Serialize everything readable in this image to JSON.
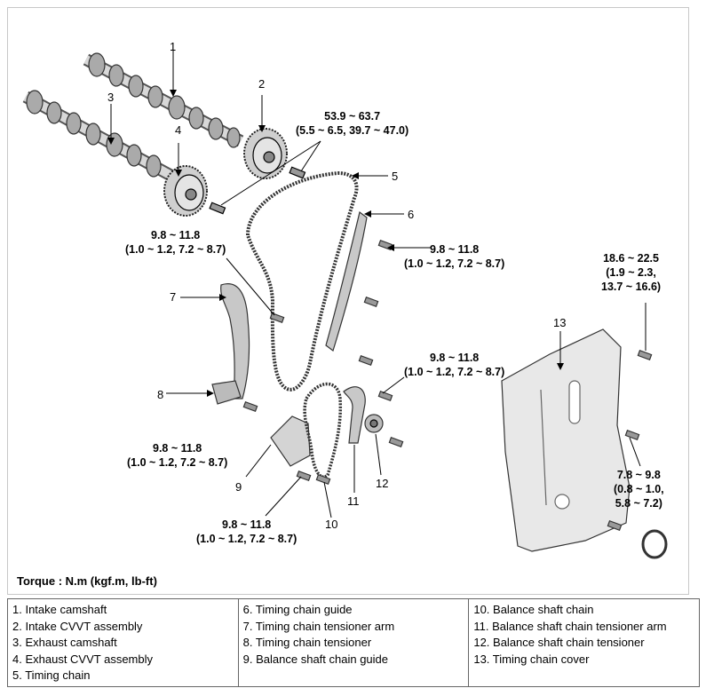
{
  "callouts": {
    "c1": "1",
    "c2": "2",
    "c3": "3",
    "c4": "4",
    "c5": "5",
    "c6": "6",
    "c7": "7",
    "c8": "8",
    "c9": "9",
    "c10": "10",
    "c11": "11",
    "c12": "12",
    "c13": "13"
  },
  "torques": {
    "t1": {
      "l1": "53.9 ~ 63.7",
      "l2": "(5.5 ~ 6.5, 39.7 ~ 47.0)"
    },
    "t2": {
      "l1": "9.8 ~ 11.8",
      "l2": "(1.0 ~ 1.2, 7.2 ~ 8.7)"
    },
    "t3": {
      "l1": "9.8 ~ 11.8",
      "l2": "(1.0 ~ 1.2, 7.2 ~ 8.7)"
    },
    "t4": {
      "l1": "18.6 ~ 22.5",
      "l2": "(1.9 ~ 2.3,",
      "l3": "13.7 ~ 16.6)"
    },
    "t5": {
      "l1": "9.8 ~ 11.8",
      "l2": "(1.0 ~ 1.2, 7.2 ~ 8.7)"
    },
    "t6": {
      "l1": "9.8 ~ 11.8",
      "l2": "(1.0 ~ 1.2, 7.2 ~ 8.7)"
    },
    "t7": {
      "l1": "7.8 ~ 9.8",
      "l2": "(0.8 ~ 1.0,",
      "l3": "5.8 ~ 7.2)"
    },
    "t8": {
      "l1": "9.8 ~ 11.8",
      "l2": "(1.0 ~ 1.2, 7.2 ~ 8.7)"
    }
  },
  "torque_note": "Torque : N.m (kgf.m, lb-ft)",
  "legend": {
    "col1": [
      "1. Intake camshaft",
      "2. Intake CVVT assembly",
      "3. Exhaust camshaft",
      "4. Exhaust CVVT assembly",
      "5. Timing chain"
    ],
    "col2": [
      "6. Timing chain guide",
      "7. Timing chain tensioner arm",
      "8. Timing chain tensioner",
      "9. Balance shaft chain guide"
    ],
    "col3": [
      "10. Balance shaft chain",
      "11. Balance shaft chain tensioner arm",
      "12. Balance shaft chain tensioner",
      "13. Timing chain cover"
    ]
  }
}
